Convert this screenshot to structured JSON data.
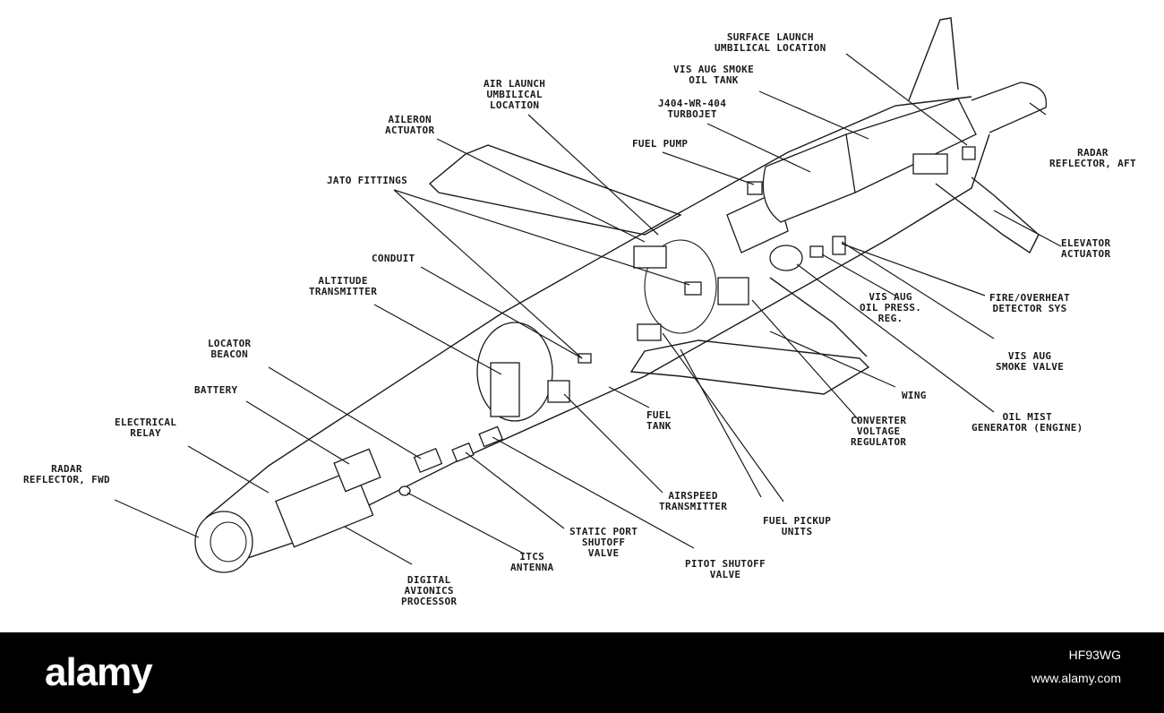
{
  "labels": {
    "surface_launch": [
      "SURFACE LAUNCH",
      "UMBILICAL LOCATION"
    ],
    "vis_aug_smoke_oil_tank": [
      "VIS AUG SMOKE",
      "OIL TANK"
    ],
    "air_launch": [
      "AIR LAUNCH",
      "UMBILICAL",
      "LOCATION"
    ],
    "turbojet": [
      "J404-WR-404",
      "TURBOJET"
    ],
    "aileron_actuator": [
      "AILERON",
      "ACTUATOR"
    ],
    "fuel_pump": [
      "FUEL PUMP"
    ],
    "radar_reflector_aft": [
      "RADAR",
      "REFLECTOR, AFT"
    ],
    "jato_fittings": [
      "JATO FITTINGS"
    ],
    "elevator_actuator": [
      "ELEVATOR",
      "ACTUATOR"
    ],
    "conduit": [
      "CONDUIT"
    ],
    "altitude_transmitter": [
      "ALTITUDE",
      "TRANSMITTER"
    ],
    "fire_overheat": [
      "FIRE/OVERHEAT",
      "DETECTOR SYS"
    ],
    "vis_aug_oil_press_reg": [
      "VIS AUG",
      "OIL PRESS.",
      "REG."
    ],
    "locator_beacon": [
      "LOCATOR",
      "BEACON"
    ],
    "vis_aug_smoke_valve": [
      "VIS AUG",
      "SMOKE VALVE"
    ],
    "battery": [
      "BATTERY"
    ],
    "wing": [
      "WING"
    ],
    "fuel_tank": [
      "FUEL",
      "TANK"
    ],
    "electrical_relay": [
      "ELECTRICAL",
      "RELAY"
    ],
    "oil_mist_generator": [
      "OIL MIST",
      "GENERATOR (ENGINE)"
    ],
    "converter_voltage_regulator": [
      "CONVERTER",
      "VOLTAGE",
      "REGULATOR"
    ],
    "radar_reflector_fwd": [
      "RADAR",
      "REFLECTOR, FWD"
    ],
    "airspeed_transmitter": [
      "AIRSPEED",
      "TRANSMITTER"
    ],
    "fuel_pickup_units": [
      "FUEL PICKUP",
      "UNITS"
    ],
    "static_port_shutoff_valve": [
      "STATIC PORT",
      "SHUTOFF",
      "VALVE"
    ],
    "itcs_antenna": [
      "ITCS",
      "ANTENNA"
    ],
    "pitot_shutoff_valve": [
      "PITOT SHUTOFF",
      "VALVE"
    ],
    "digital_avionics_processor": [
      "DIGITAL",
      "AVIONICS",
      "PROCESSOR"
    ]
  },
  "footer": {
    "brand": "alamy",
    "image_id": "HF93WG",
    "url": "www.alamy.com"
  }
}
